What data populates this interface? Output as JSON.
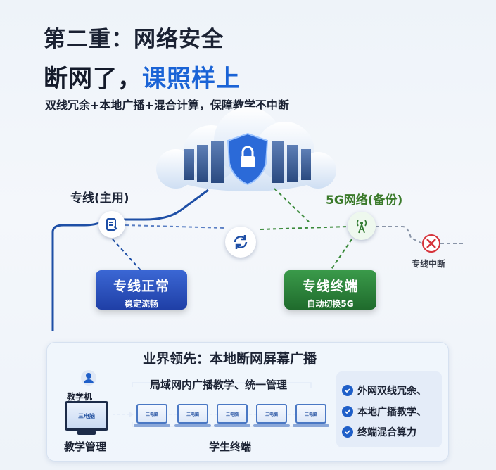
{
  "header": {
    "title": "第二重：网络安全",
    "headline_dark": "断网了，",
    "headline_blue": "课照样上",
    "subtitle": "双线冗余+本地广播+混合计算，保障教学不中断"
  },
  "network": {
    "primary_label": "专线(主用)",
    "backup_label": "5G网络(备份)",
    "break_label": "专线中断",
    "normal_card": {
      "title": "专线正常",
      "sub": "稳定流畅"
    },
    "switch_card": {
      "title": "专线终端",
      "sub": "自动切换5G"
    }
  },
  "panel": {
    "title": "业界领先：本地断网屏幕广播",
    "lan_label": "局域网内广播教学、统一管理",
    "teacher_label": "教学机",
    "teacher_screen": "三电脑",
    "student_screen": "三电脑",
    "manage_label": "教学管理",
    "student_label": "学生终端",
    "features": [
      "外网双线冗余、",
      "本地广播教学、",
      "终端混合算力"
    ]
  },
  "colors": {
    "accent_blue": "#1a63d6",
    "line_blue": "#1e4fa6",
    "backup_green": "#3a8a3a",
    "alert_red": "#d6333b"
  }
}
